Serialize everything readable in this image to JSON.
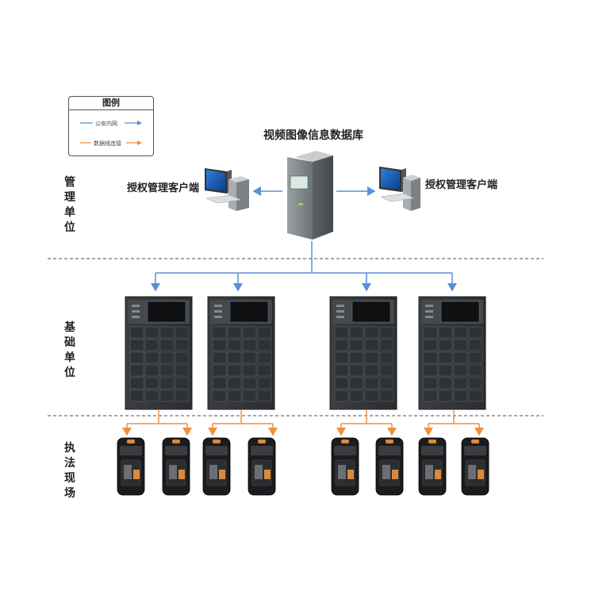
{
  "legend": {
    "title": "图例",
    "items": [
      {
        "label": "公安内网",
        "color": "#5b8fd6"
      },
      {
        "label": "数据线连接",
        "color": "#f0903a"
      }
    ]
  },
  "zones": {
    "management": "管理单位",
    "base": "基础单位",
    "field": "执法现场"
  },
  "server": {
    "label": "视频图像信息数据库"
  },
  "clients": {
    "left": "授权管理客户端",
    "right": "授权管理客户端"
  },
  "colors": {
    "network": "#5b8fd6",
    "cable": "#f0903a",
    "divider": "#888888"
  }
}
